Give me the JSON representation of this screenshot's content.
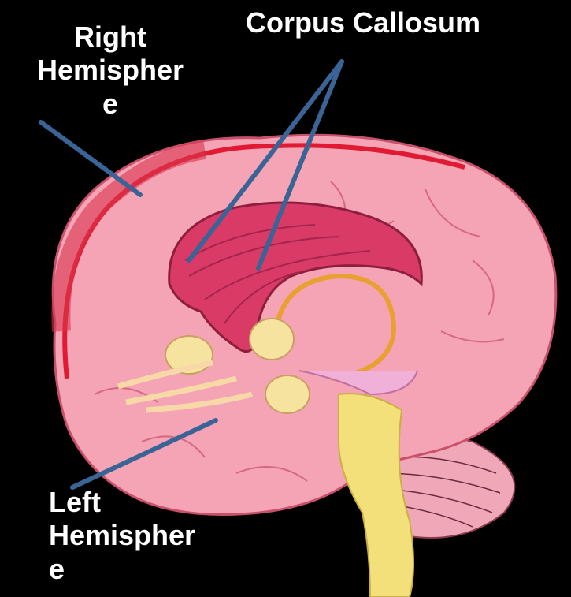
{
  "labels": {
    "right_hemisphere": [
      "Right",
      "Hemispher",
      "e"
    ],
    "corpus_callosum": "Corpus Callosum",
    "left_hemisphere": [
      "Left",
      "Hemispher",
      "e"
    ]
  },
  "colors": {
    "background": "#000000",
    "brain_pink": "#f2a3b3",
    "brain_outline": "#d8506c",
    "cortex_edge": "#e01a33",
    "corpus_callosum": "#d93a66",
    "thalamus_yellow": "#f7e3a0",
    "fornix_orange": "#e8a030",
    "brainstem": "#f3e07a",
    "pointer": "#3a6496",
    "text": "#ffffff"
  }
}
